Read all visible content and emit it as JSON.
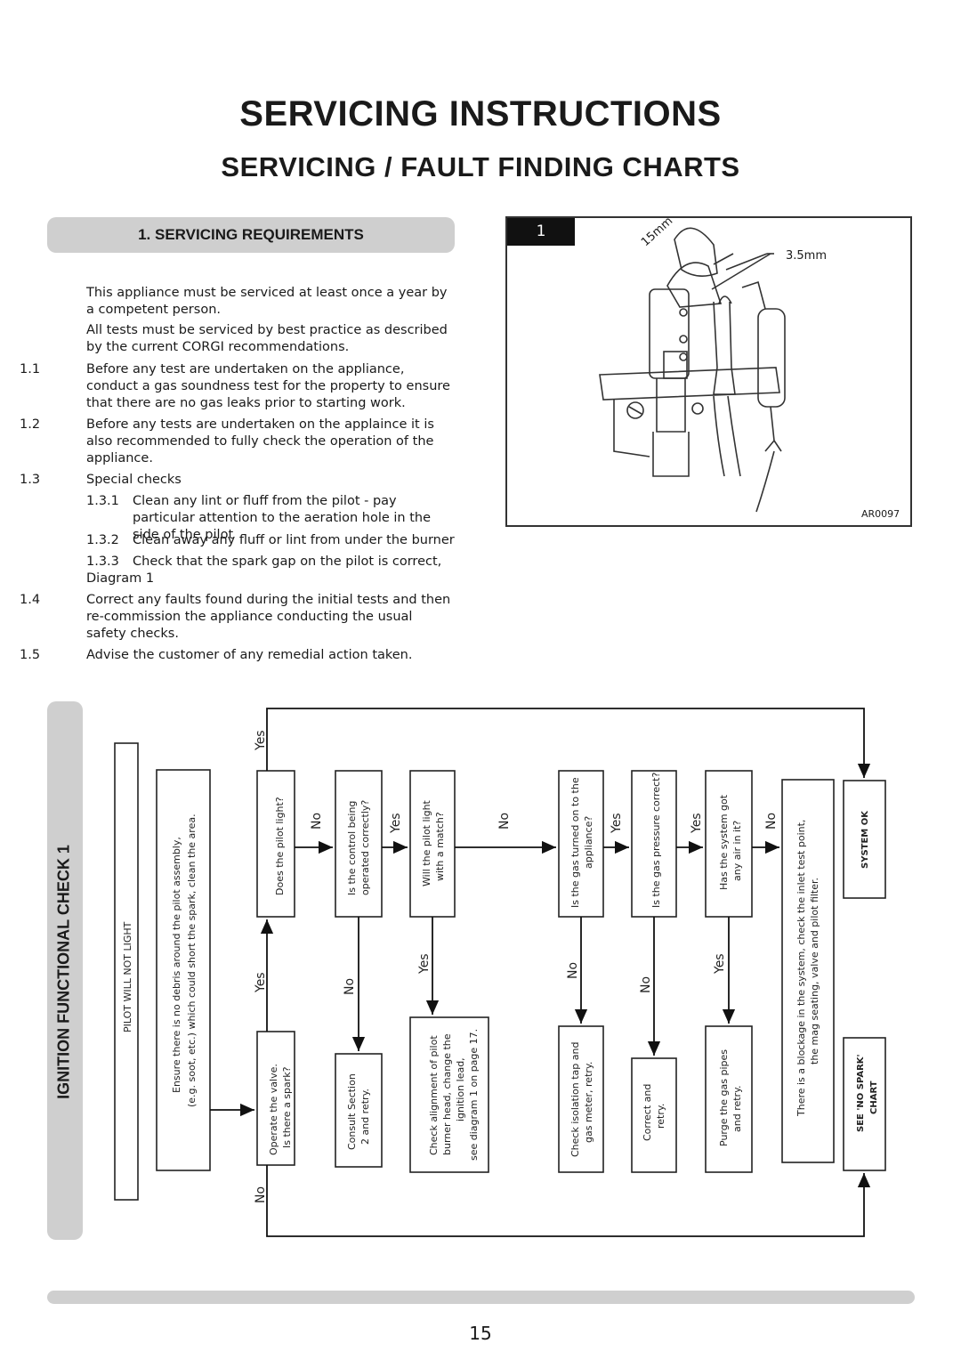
{
  "header": {
    "title": "SERVICING INSTRUCTIONS",
    "subtitle": "SERVICING / FAULT FINDING CHARTS"
  },
  "section": {
    "title": "1. SERVICING REQUIREMENTS",
    "intro1": "This appliance must be serviced at least once a year by a competent person.",
    "intro2": "All tests must be serviced by best practice as described by the current CORGI recommendations.",
    "items": [
      {
        "num": "1.1",
        "text": "Before any test are undertaken on the appliance, conduct a gas soundness test for the property to ensure that there are no gas leaks prior to starting work."
      },
      {
        "num": "1.2",
        "text": "Before any tests are undertaken on the applaince it is also recommended to fully check the operation of the appliance."
      },
      {
        "num": "1.3",
        "text": "Special checks"
      },
      {
        "num": "1.3.1",
        "text": "Clean any lint or fluff from the pilot - pay particular attention to the aeration hole in the side of the pilot"
      },
      {
        "num": "1.3.2",
        "text": "Clean away any fluff or lint from under the burner"
      },
      {
        "num": "1.3.3",
        "text": "Check that the spark gap on the pilot is correct,"
      },
      {
        "num": "",
        "text": "Diagram 1"
      },
      {
        "num": "1.4",
        "text": "Correct any faults found during the initial tests and then re-commission the appliance conducting the usual safety checks."
      },
      {
        "num": "1.5",
        "text": "Advise the customer of any remedial action taken."
      }
    ]
  },
  "diagram": {
    "number": "1",
    "label_15mm": "15mm",
    "label_35mm": "3.5mm",
    "ref": "AR0097"
  },
  "flowchart": {
    "tab_title": "IGNITION FUNCTIONAL CHECK 1",
    "start": "PILOT WILL NOT LIGHT",
    "ensure_line1": "Ensure there is no debris around the pilot assembly,",
    "ensure_line2": "(e.g. soot, etc.) which could short the spark, clean the area.",
    "operate_line1": "Operate the valve.",
    "operate_line2": "Is there a spark?",
    "does_pilot": "Does the pilot light?",
    "control_line1": "Is the control being",
    "control_line2": "operated correctly?",
    "consult_line1": "Consult Section",
    "consult_line2": "2 and retry.",
    "match_line1": "Will the pilot light",
    "match_line2": "with a match?",
    "align_line1": "Check alignment of pilot",
    "align_line2": "burner head, change the",
    "align_line3": "ignition lead,",
    "align_line4": "see diagram 1 on page 17.",
    "gas_on_line1": "Is the gas turned on to the",
    "gas_on_line2": "appliance?",
    "isolation_line1": "Check isolation tap and",
    "isolation_line2": "gas meter, retry.",
    "pressure": "Is the gas pressure correct?",
    "correct_line1": "Correct and",
    "correct_line2": "retry.",
    "air_line1": "Has the system got",
    "air_line2": "any air in it?",
    "purge_line1": "Purge the gas pipes",
    "purge_line2": "and retry.",
    "blockage_line1": "There is a blockage in the system, check the inlet test point,",
    "blockage_line2": "the mag seating, valve and pilot filter.",
    "system_ok": "SYSTEM OK",
    "see_line1": "SEE 'NO SPARK'",
    "see_line2": "CHART",
    "yes": "Yes",
    "no": "No"
  },
  "page_number": "15"
}
